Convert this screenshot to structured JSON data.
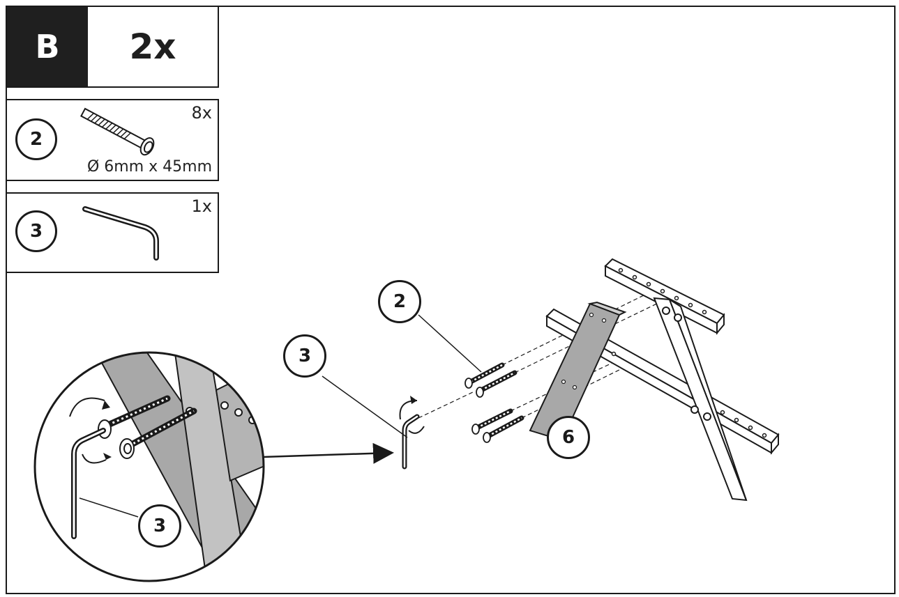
{
  "step": {
    "letter": "B",
    "count": "2x"
  },
  "parts": [
    {
      "id": "2",
      "quantity": "8x",
      "dimensions": "Ø 6mm x 45mm",
      "icon": "bolt-icon"
    },
    {
      "id": "3",
      "quantity": "1x",
      "icon": "hex-key-icon"
    }
  ],
  "callouts": {
    "bolt": "2",
    "hex_key": "3",
    "panel": "6",
    "zoom_hex_key": "3"
  },
  "colors": {
    "line": "#1a1a1a",
    "panel_fill": "#a8a8a8",
    "header_fill": "#1f1f1f"
  }
}
